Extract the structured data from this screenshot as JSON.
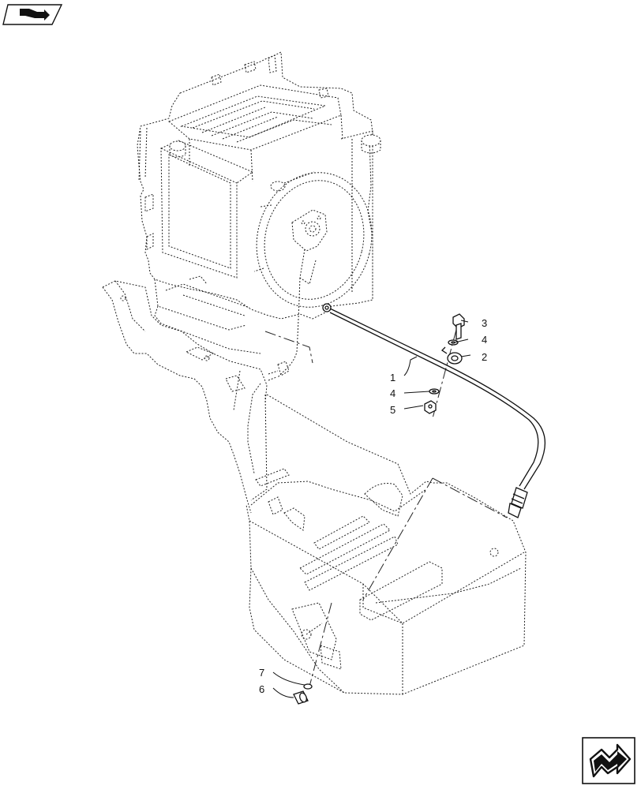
{
  "diagram": {
    "callouts": [
      {
        "id": "c1",
        "label": "1"
      },
      {
        "id": "c2",
        "label": "2"
      },
      {
        "id": "c3",
        "label": "3"
      },
      {
        "id": "c4a",
        "label": "4"
      },
      {
        "id": "c4b",
        "label": "4"
      },
      {
        "id": "c5",
        "label": "5"
      },
      {
        "id": "c6",
        "label": "6"
      },
      {
        "id": "c7",
        "label": "7"
      }
    ]
  },
  "icons": {
    "top_left": "nav-arrow-icon",
    "bottom_right": "next-page-arrow-icon"
  },
  "colors": {
    "ink": "#111111",
    "background": "#ffffff"
  }
}
